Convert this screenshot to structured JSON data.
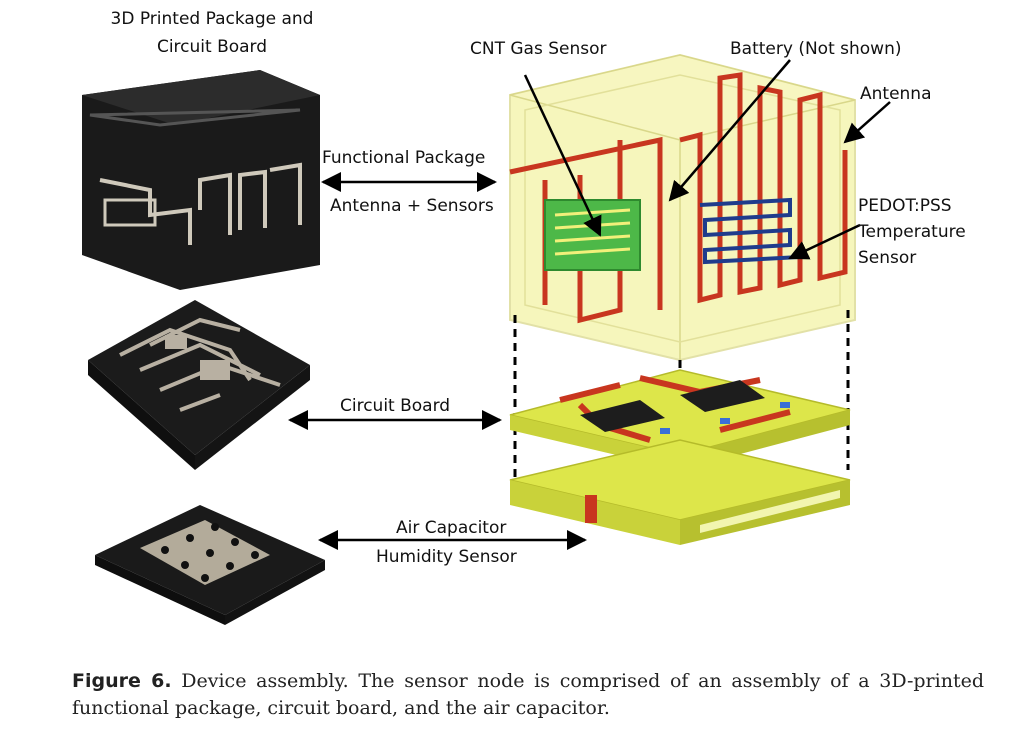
{
  "labels": {
    "package_title_line1": "3D Printed Package and",
    "package_title_line2": "Circuit Board",
    "cnt_sensor": "CNT Gas Sensor",
    "battery": "Battery (Not shown)",
    "antenna": "Antenna",
    "functional_package": "Functional Package",
    "antenna_sensors": "Antenna + Sensors",
    "pedot_line1": "PEDOT:PSS",
    "pedot_line2": "Temperature",
    "pedot_line3": "Sensor",
    "circuit_board": "Circuit Board",
    "air_capacitor": "Air Capacitor",
    "humidity_sensor": "Humidity Sensor"
  },
  "caption": {
    "figure_label": "Figure 6.",
    "text": "Device assembly. The sensor node is comprised of an assembly of a 3D-printed functional package, circuit board, and the air capacitor."
  },
  "colors": {
    "package_yellow": "#f4f3a6",
    "board_yellow": "#dde64a",
    "trace_red": "#c8361f",
    "sensor_green": "#4db848",
    "temp_sensor_blue": "#1f3c8c",
    "photo_black": "#1a1a1a",
    "photo_silver": "#b8b0a2"
  }
}
